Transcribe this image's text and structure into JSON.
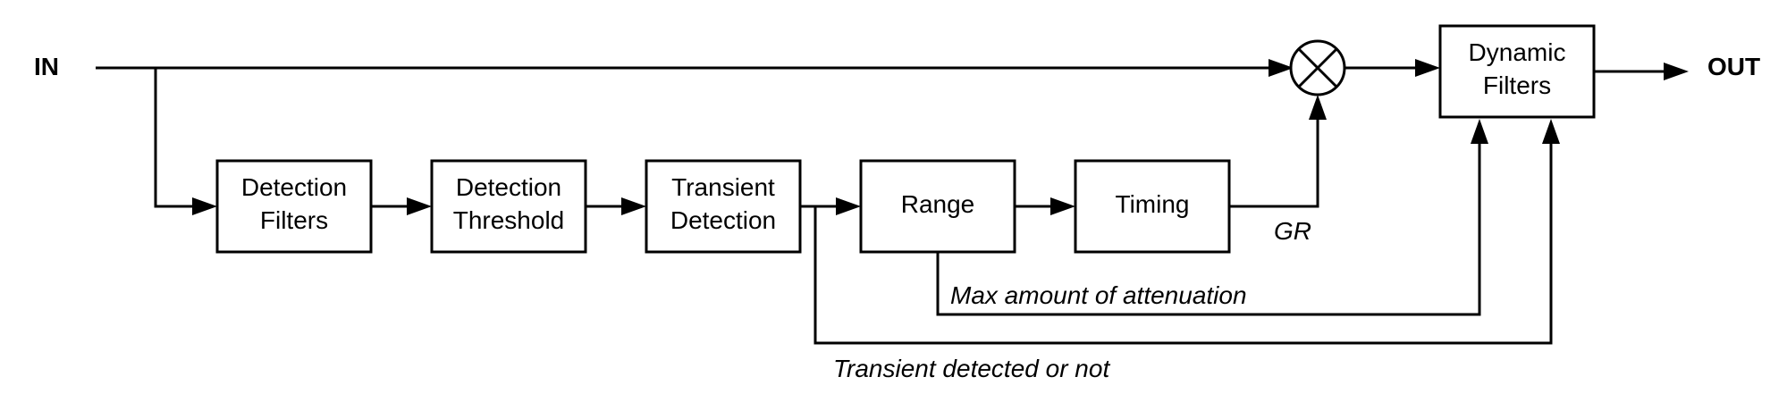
{
  "io": {
    "input": "IN",
    "output": "OUT"
  },
  "blocks": {
    "detection_filters": [
      "Detection",
      "Filters"
    ],
    "detection_threshold": [
      "Detection",
      "Threshold"
    ],
    "transient_detection": [
      "Transient",
      "Detection"
    ],
    "range": [
      "Range"
    ],
    "timing": [
      "Timing"
    ],
    "dynamic_filters": [
      "Dynamic",
      "Filters"
    ]
  },
  "notes": {
    "gr": "GR",
    "max_attenuation": "Max amount of attenuation",
    "transient_flag": "Transient detected or not"
  },
  "symbols": {
    "multiplier": "multiplier-icon"
  }
}
